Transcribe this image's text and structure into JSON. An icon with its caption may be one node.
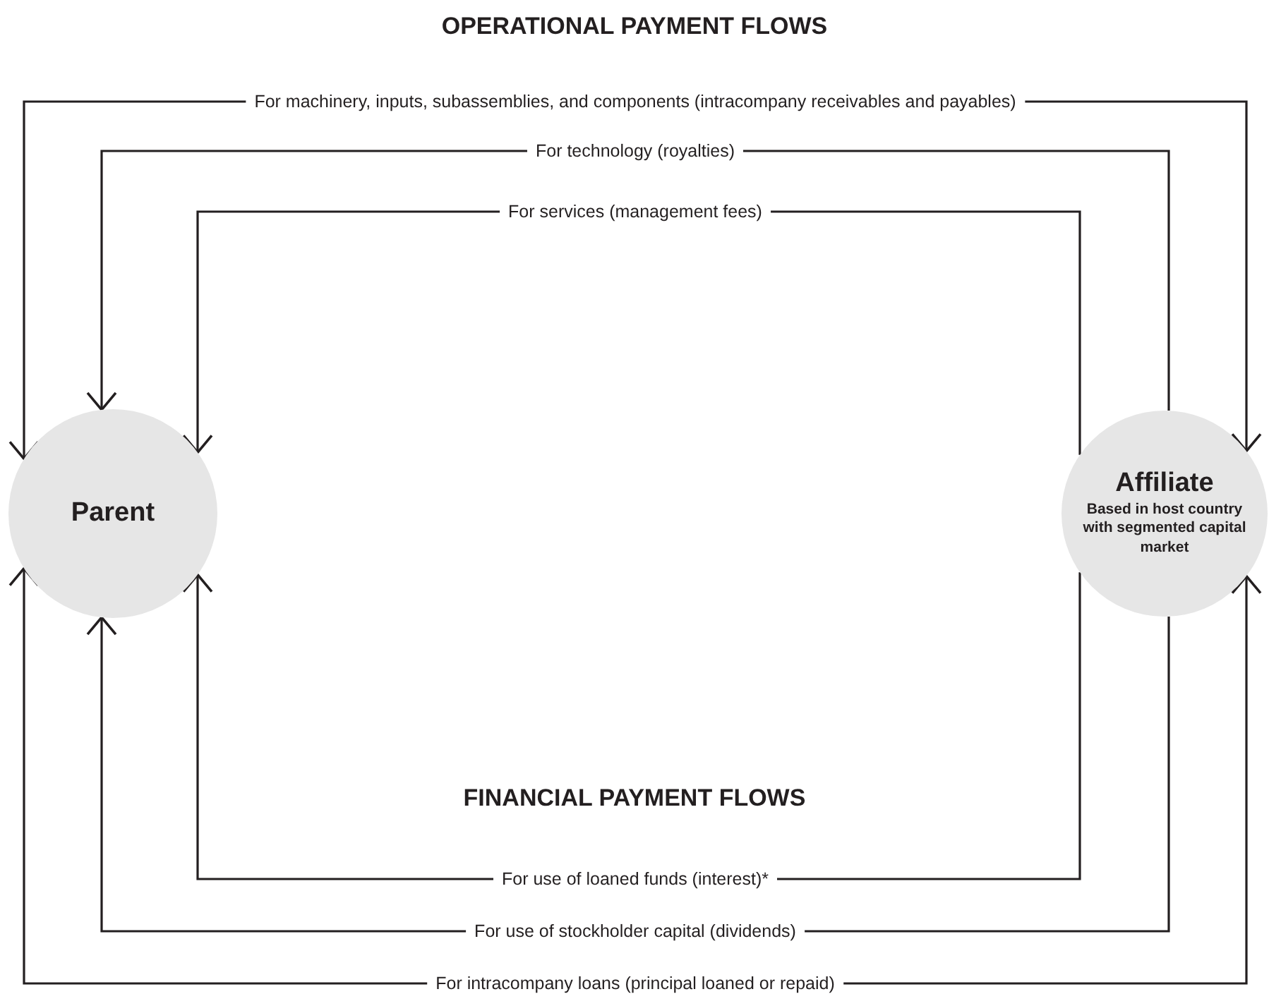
{
  "diagram": {
    "title": "OPERATIONAL PAYMENT FLOWS",
    "nodes": [
      {
        "text": [
          "Parent"
        ]
      },
      {
        "text": [
          "Affiliate",
          "Based in host country with segmented capital market"
        ]
      }
    ],
    "edges": [
      {
        "from": 0,
        "to": 1,
        "arrow": "both",
        "label": "For machinery, inputs, subassemblies, and components (intracompany receivables and payables)"
      },
      {
        "from": 1,
        "to": 0,
        "arrow": "to",
        "label": "For technology (royalties)"
      },
      {
        "from": 1,
        "to": 0,
        "arrow": "to",
        "label": "For services (management fees)"
      },
      {
        "from": 1,
        "to": 0,
        "arrow": "to",
        "label": "For use of loaned funds (interest)*"
      },
      {
        "from": 1,
        "to": 0,
        "arrow": "to",
        "label": "For use of stockholder capital (dividends)"
      },
      {
        "from": 0,
        "to": 1,
        "arrow": "both",
        "label": "For intracompany loans (principal loaned or repaid)"
      }
    ],
    "labels": [
      "FINANCIAL PAYMENT FLOWS"
    ]
  }
}
